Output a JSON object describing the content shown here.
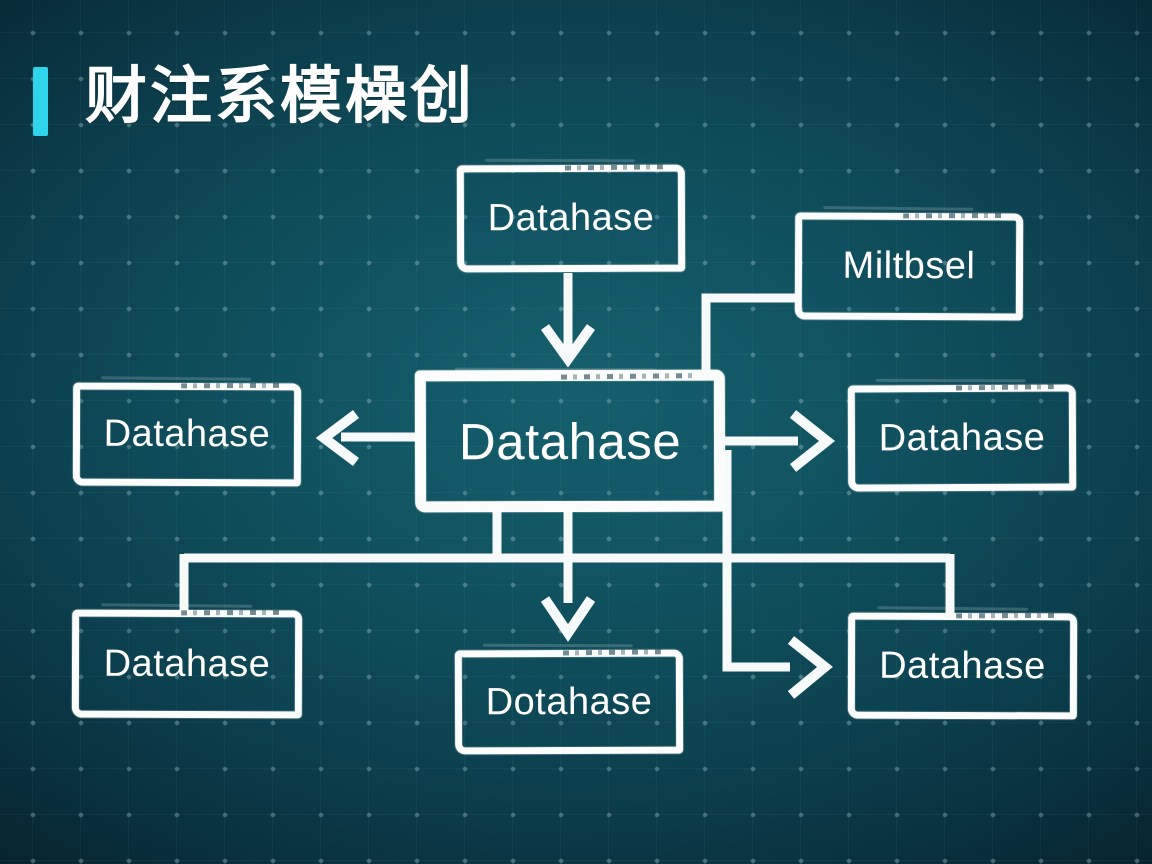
{
  "slide": {
    "title": "财注系模橾创",
    "accent_color": "#2ed3ec",
    "background_center_color": "#16606d",
    "background_edge_color": "#05141c",
    "line_color": "#ffffff"
  },
  "diagram": {
    "nodes": [
      {
        "id": "top",
        "label": "Datahase"
      },
      {
        "id": "side-top-right",
        "label": "Miltbsel"
      },
      {
        "id": "center",
        "label": "Datahase"
      },
      {
        "id": "mid-left",
        "label": "Datahase"
      },
      {
        "id": "mid-right",
        "label": "Datahase"
      },
      {
        "id": "bottom-left",
        "label": "Datahase"
      },
      {
        "id": "bottom-center",
        "label": "Dotahase"
      },
      {
        "id": "bottom-right",
        "label": "Datahase"
      }
    ],
    "edges": [
      {
        "from": "top",
        "to": "center",
        "style": "arrow-down"
      },
      {
        "from": "side-top-right",
        "to": "center",
        "style": "elbow-line"
      },
      {
        "from": "center",
        "to": "mid-left",
        "style": "arrow-left"
      },
      {
        "from": "center",
        "to": "mid-right",
        "style": "arrow-right"
      },
      {
        "from": "center",
        "to": "bottom-center",
        "style": "arrow-down"
      },
      {
        "from": "center",
        "to": "bottom-left",
        "style": "elbow-line"
      },
      {
        "from": "center",
        "to": "bottom-right",
        "style": "elbow-line-top"
      },
      {
        "from": "center",
        "to": "bottom-right",
        "style": "elbow-arrow-left-side"
      }
    ]
  }
}
